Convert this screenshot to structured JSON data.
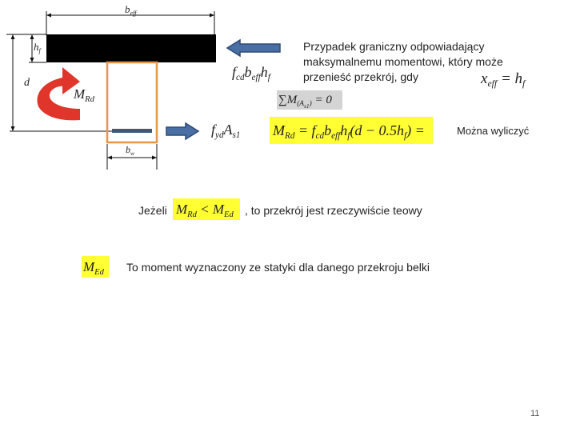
{
  "labels": {
    "b_eff_base": "b",
    "b_eff_sub": "eff",
    "h_f_base": "h",
    "h_f_sub": "f",
    "d": "d",
    "M_Rd_base": "M",
    "M_Rd_sub": "Rd",
    "b_w_base": "b",
    "b_w_sub": "w"
  },
  "forces": {
    "flange_force": "f_cd b_eff h_f",
    "steel_force": "f_yd A_s1"
  },
  "text": {
    "limit_case": "Przypadek graniczny odpowiadający maksymalnemu momentowi, który może przenieść przekrój, gdy",
    "limit_condition": "x_eff = h_f",
    "sum_moment": "∑M_(A_s1) = 0",
    "moment_formula": "M_Rd = f_cd b_eff h_f (d − 0.5h_f) =",
    "can_calculate": "Można wyliczyć",
    "if_label": "Jeżeli",
    "if_condition": "M_Rd < M_Ed",
    "then_text": ", to przekrój jest rzeczywiście teowy",
    "med_symbol": "M_Ed",
    "med_description": "To moment wyznaczony ze statyki dla danego przekroju belki",
    "page_number": "11"
  },
  "colors": {
    "flange": "#000000",
    "web_outline": "#e8964a",
    "rebar": "#3b5a7a",
    "arrow_fill": "#4a6fa5",
    "arrow_stroke": "#2c4a73",
    "moment_arrow": "#e0352b",
    "highlight_yellow": "#ffff33",
    "highlight_gray": "#d4d4d4"
  }
}
